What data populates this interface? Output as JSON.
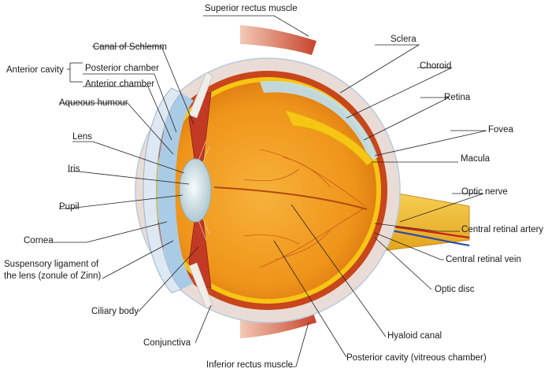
{
  "labels": {
    "superior_rectus": "Superior rectus muscle",
    "canal_schlemm": "Canal of Schlemm",
    "sclera": "Sclera",
    "anterior_cavity": "Anterior cavity",
    "posterior_chamber": "Posterior chamber",
    "anterior_chamber": "Anterior chamber",
    "choroid": "Choroid",
    "aqueous_humour": "Aqueous humour",
    "retina": "Retina",
    "lens": "Lens",
    "fovea": "Fovea",
    "iris": "Iris",
    "macula": "Macula",
    "optic_nerve": "Optic nerve",
    "pupil": "Pupil",
    "central_retinal_artery": "Central retinal artery",
    "cornea": "Cornea",
    "central_retinal_vein": "Central retinal vein",
    "suspensory_line1": "Suspensory ligament of",
    "suspensory_line2": "the lens (zonule of Zinn)",
    "optic_disc": "Optic disc",
    "ciliary_body": "Ciliary body",
    "hyaloid_canal": "Hyaloid canal",
    "conjunctiva": "Conjunctiva",
    "posterior_cavity": "Posterior cavity (vitreous chamber)",
    "inferior_rectus": "Inferior rectus muscle"
  },
  "colors": {
    "vitreous": "#f29a1a",
    "vitreous_dark": "#d96a0c",
    "sclera": "#e9dcd6",
    "retina": "#f7c514",
    "choroid": "#c8461c",
    "muscle": "#d8654a",
    "aqueous": "#a9cbe6",
    "lens": "#d6e6ea",
    "optic_nerve": "#f0bf2a",
    "artery": "#c62020",
    "vein": "#2a4ca8"
  }
}
